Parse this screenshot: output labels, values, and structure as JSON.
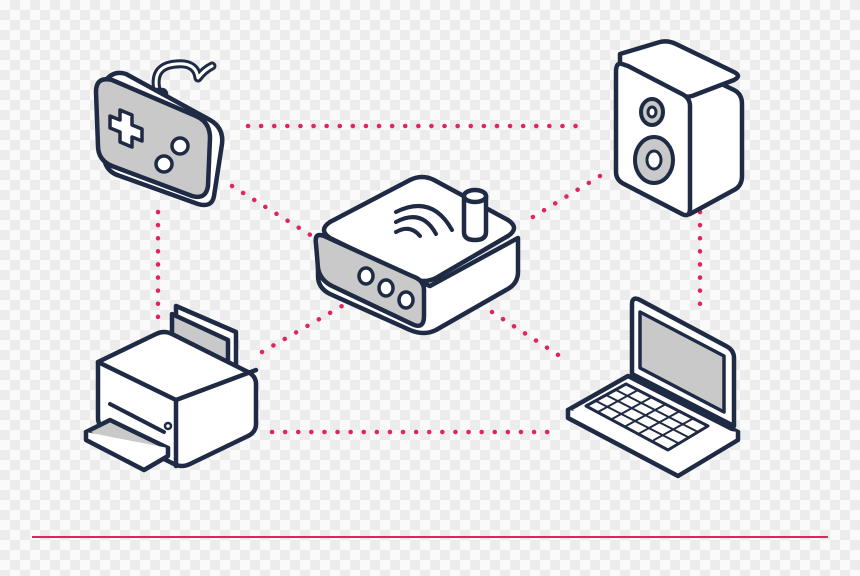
{
  "colors": {
    "outline": "#1f2a44",
    "body_fill": "#ffffff",
    "shade_fill": "#c9c9c9",
    "connector": "#e0245e",
    "baseline": "#e0245e"
  },
  "devices": [
    {
      "id": "router",
      "icon": "wifi-router-icon"
    },
    {
      "id": "gamepad",
      "icon": "gamepad-icon"
    },
    {
      "id": "speaker",
      "icon": "speaker-icon"
    },
    {
      "id": "printer",
      "icon": "printer-icon"
    },
    {
      "id": "laptop",
      "icon": "laptop-icon"
    }
  ],
  "connections": [
    {
      "from": "gamepad",
      "to": "speaker"
    },
    {
      "from": "gamepad",
      "to": "router"
    },
    {
      "from": "gamepad",
      "to": "printer"
    },
    {
      "from": "speaker",
      "to": "router"
    },
    {
      "from": "speaker",
      "to": "laptop"
    },
    {
      "from": "printer",
      "to": "router"
    },
    {
      "from": "printer",
      "to": "laptop"
    },
    {
      "from": "router",
      "to": "laptop"
    }
  ]
}
